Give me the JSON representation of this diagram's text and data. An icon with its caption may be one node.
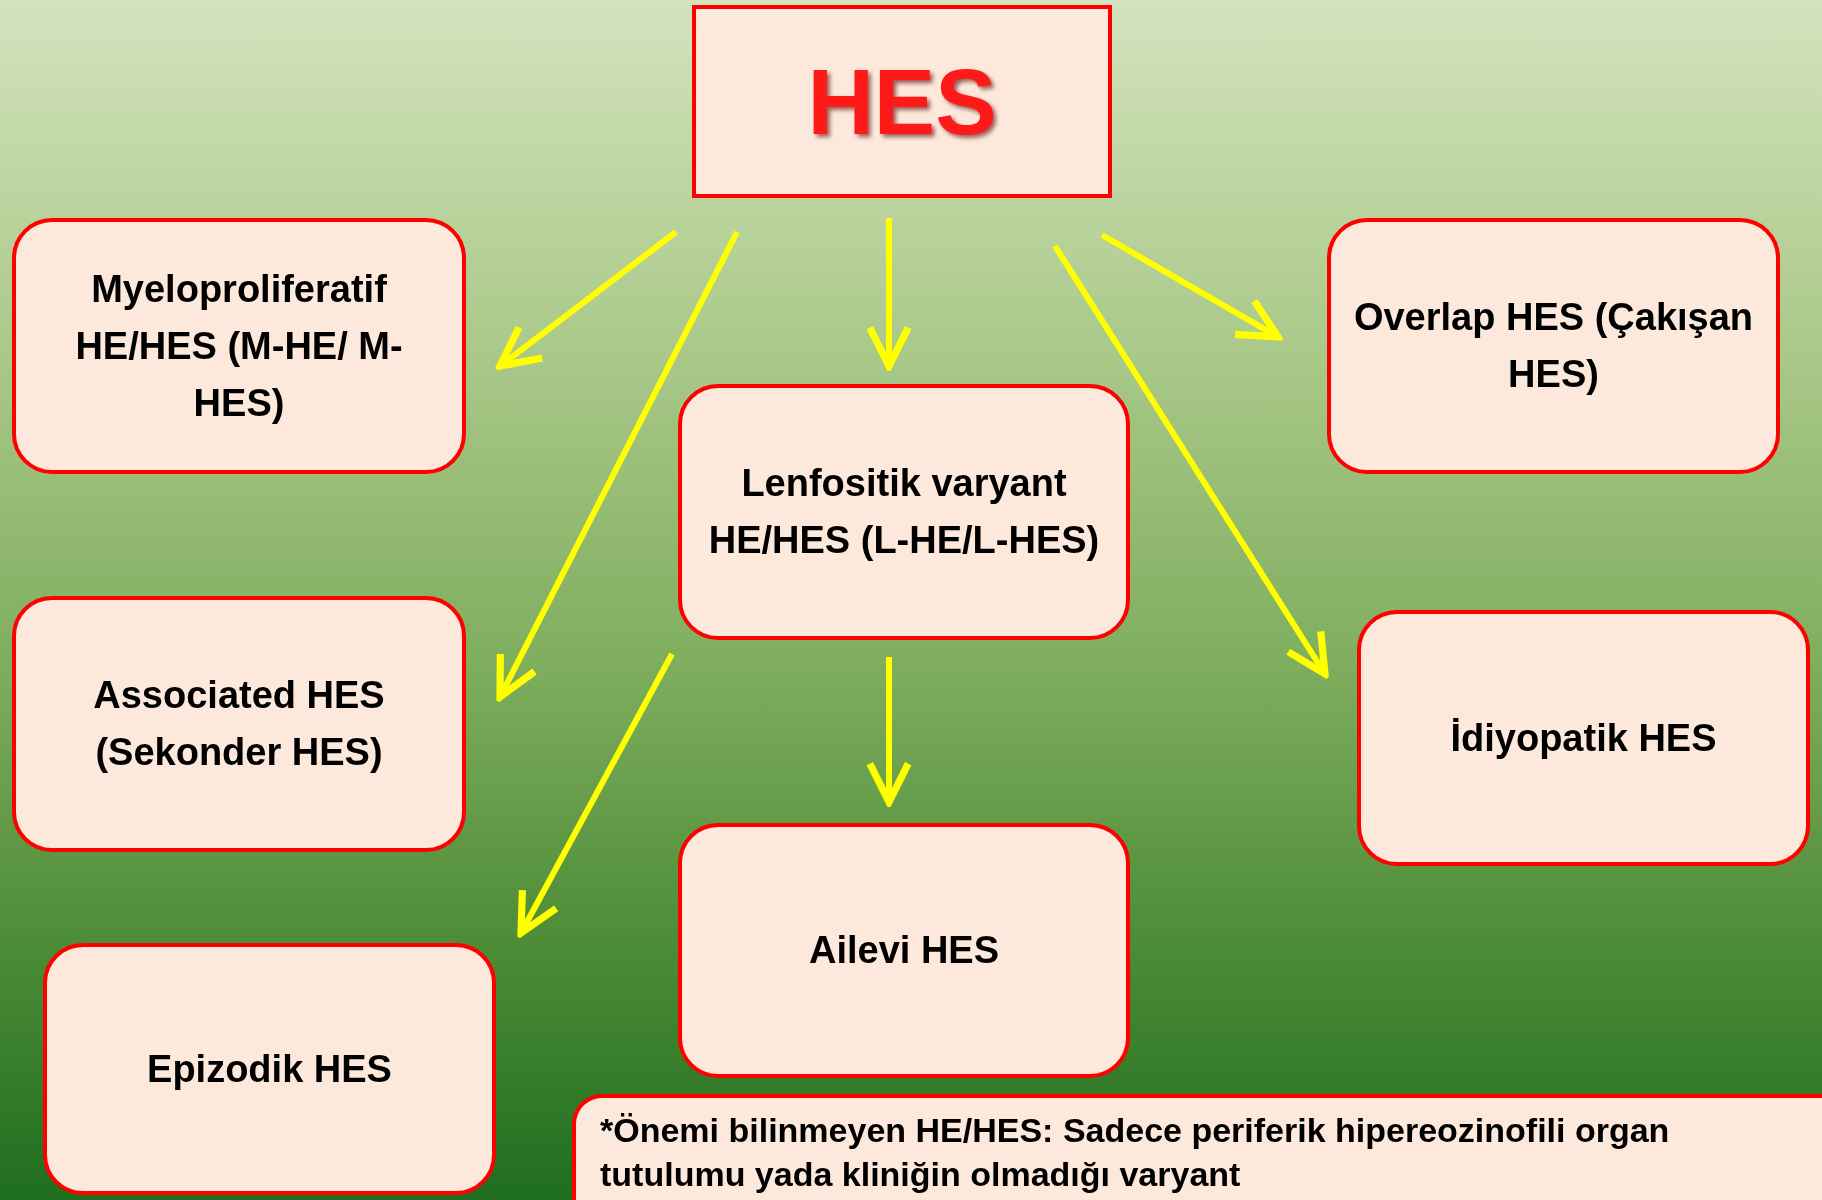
{
  "diagram": {
    "nodes": [
      {
        "text": [
          "HES"
        ]
      },
      {
        "text": [
          "Myeloproliferatif HE/HES (M-HE/ M-HES)"
        ]
      },
      {
        "text": [
          "Overlap HES (Çakışan HES)"
        ]
      },
      {
        "text": [
          "Lenfositik varyant HE/HES (L-HE/L-HES)"
        ]
      },
      {
        "text": [
          "Associated HES (Sekonder HES)"
        ]
      },
      {
        "text": [
          "İdiyopatik HES"
        ]
      },
      {
        "text": [
          "Ailevi HES"
        ]
      },
      {
        "text": [
          "Epizodik HES"
        ]
      },
      {
        "text": [
          "*Önemi bilinmeyen HE/HES: Sadece  periferik hipereozinofili organ tutulumu yada kliniğin olmadığı varyant"
        ]
      }
    ],
    "edges": [
      {
        "from": 0,
        "to": 1,
        "arrow": "to"
      },
      {
        "from": 0,
        "to": 4,
        "arrow": "to"
      },
      {
        "from": 0,
        "to": 3,
        "arrow": "to"
      },
      {
        "from": 0,
        "to": 2,
        "arrow": "to"
      },
      {
        "from": 0,
        "to": 5,
        "arrow": "to"
      },
      {
        "from": 3,
        "to": 7,
        "arrow": "to"
      },
      {
        "from": 3,
        "to": 6,
        "arrow": "to"
      }
    ]
  }
}
